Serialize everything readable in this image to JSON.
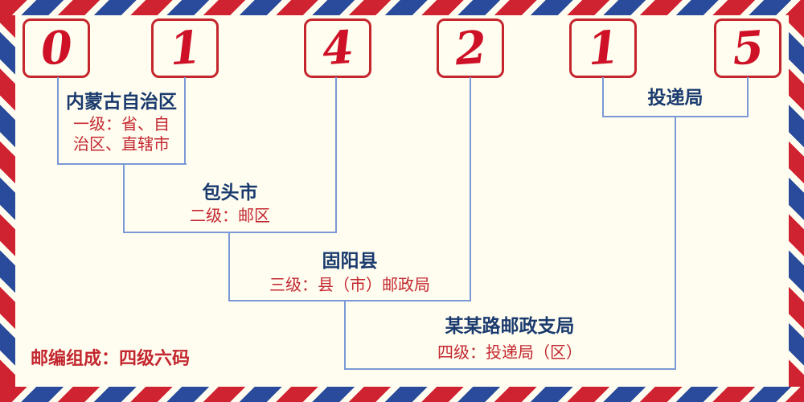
{
  "colors": {
    "background": "#FFFDF0",
    "digit_red": "#CE1126",
    "digit_box_border": "#C5252C",
    "region_name_navy": "#1A3A6E",
    "level_desc_red": "#C3272F",
    "connector_blue": "#7B99D6",
    "border_stripe_red": "#CF2332",
    "border_stripe_blue": "#2A4B9B"
  },
  "postal_code": {
    "digits": [
      "0",
      "1",
      "4",
      "2",
      "1",
      "5"
    ]
  },
  "levels": [
    {
      "name": "内蒙古自治区",
      "desc_line1": "一级：省、自",
      "desc_line2": "治区、直辖市"
    },
    {
      "name": "包头市",
      "desc": "二级：邮区"
    },
    {
      "name": "固阳县",
      "desc": "三级：县（市）邮政局"
    },
    {
      "name": "某某路邮政支局",
      "desc": "四级：投递局（区）"
    },
    {
      "name": "投递局"
    }
  ],
  "footer": {
    "composition_note": "邮编组成：四级六码"
  }
}
